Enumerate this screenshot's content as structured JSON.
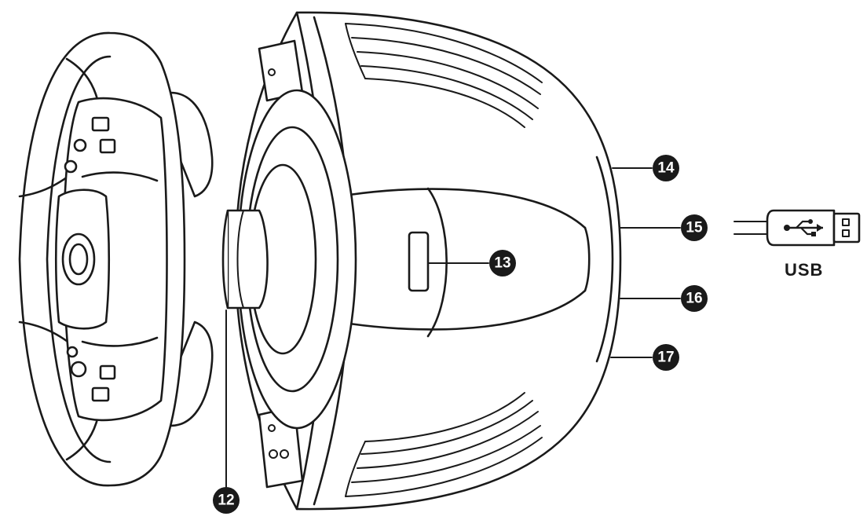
{
  "callouts": [
    {
      "id": "12",
      "label": "12"
    },
    {
      "id": "13",
      "label": "13"
    },
    {
      "id": "14",
      "label": "14"
    },
    {
      "id": "15",
      "label": "15"
    },
    {
      "id": "16",
      "label": "16"
    },
    {
      "id": "17",
      "label": "17"
    }
  ],
  "usb": {
    "label": "USB"
  },
  "colors": {
    "line": "#1a1a1a",
    "callout_fill": "#1a1a1a",
    "background": "#ffffff"
  }
}
